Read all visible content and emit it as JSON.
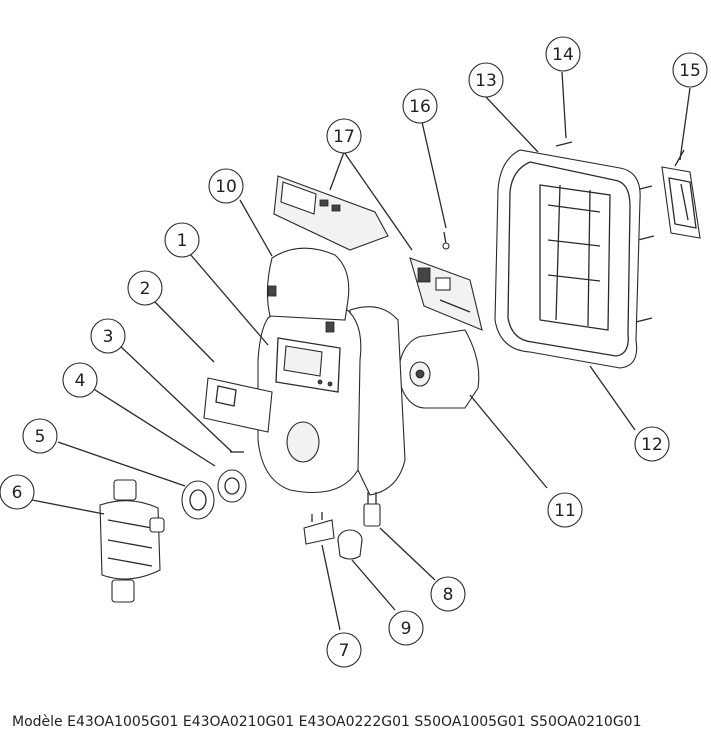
{
  "callouts": [
    "1",
    "2",
    "3",
    "4",
    "5",
    "6",
    "7",
    "8",
    "9",
    "10",
    "11",
    "12",
    "13",
    "14",
    "15",
    "16",
    "17"
  ],
  "caption": "Modèle E43OA1005G01 E43OA0210G01 E43OA0222G01 S50OA1005G01 S50OA0210G01"
}
